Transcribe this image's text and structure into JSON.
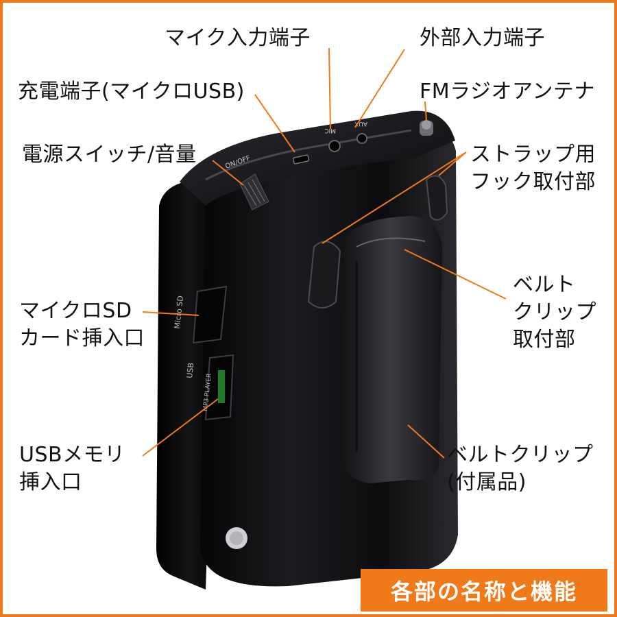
{
  "labels": {
    "mic_input": "マイク入力端子",
    "external_input": "外部入力端子",
    "charging_port": "充電端子(マイクロUSB)",
    "fm_antenna": "FMラジオアンテナ",
    "power_switch": "電源スイッチ/音量",
    "strap_hook_line1": "ストラップ用",
    "strap_hook_line2": "フック取付部",
    "microsd_line1": "マイクロSD",
    "microsd_line2": "カード挿入口",
    "belt_clip_mount_line1": "ベルト",
    "belt_clip_mount_line2": "クリップ",
    "belt_clip_mount_line3": "取付部",
    "usb_line1": "USBメモリ",
    "usb_line2": "挿入口",
    "belt_clip_line1": "ベルトクリップ",
    "belt_clip_line2": "(付属品)"
  },
  "device_print": {
    "on_off": "ON/OFF",
    "mic": "MIC",
    "aux": "AUX",
    "micro_sd": "Micro SD",
    "usb": "USB",
    "player": "MP3 PLAYER"
  },
  "footer_badge": "各部の名称と機能",
  "colors": {
    "accent": "#f07a1a",
    "device_body": "#0d0d0f",
    "label_text": "#111111"
  }
}
